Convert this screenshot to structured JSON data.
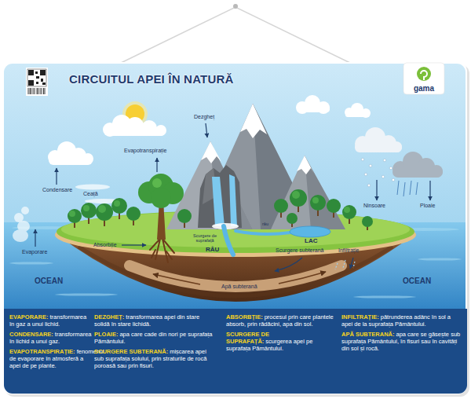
{
  "diagram": {
    "title": "CIRCUITUL APEI ÎN NATURĂ",
    "nodes": [
      {
        "text": [
          "gama"
        ]
      },
      {
        "text": [
          "EVAPORARE:",
          "transformarea în gaz a unui lichid.",
          "CONDENSARE:",
          "transformarea în lichid a unui gaz.",
          "EVAPOTRANSPIRAȚIE:",
          "fenomenul de evaporare în atmosferă a apei de pe plante.",
          "DEZGHEȚ:",
          "transformarea apei din stare solidă în stare lichidă.",
          "PLOAIE:",
          "apa care cade din nori pe suprafața Pământului.",
          "SCURGERE SUBTERANĂ:",
          "mișcarea apei sub suprafața solului, prin straturile de rocă poroasă sau prin fisuri.",
          "ABSORBȚIE:",
          "procesul prin care plantele absorb, prin rădăcini, apa din sol.",
          "SCURGERE DE SUPRAFAȚĂ:",
          "scurgerea apei pe suprafața Pământului.",
          "INFILTRAȚIE:",
          "pătrunderea adânc în sol a apei de la suprafața Pământului.",
          "APĂ SUBTERANĂ:",
          "apa care se găsește sub suprafața Pământului, în fisuri sau în cavități din sol și rocă."
        ]
      }
    ],
    "labels": [
      "Dezgheț",
      "Evapotranspirație",
      "Condensare",
      "Ceață",
      "Ninsoare",
      "Ploaie",
      "Evaporare",
      "Absorbție",
      "Scurgere de suprafață",
      "RÂU",
      "râu",
      "LAC",
      "Scurgere subterană",
      "Infiltrație",
      "Apă subterană",
      "OCEAN",
      "OCEAN"
    ]
  }
}
